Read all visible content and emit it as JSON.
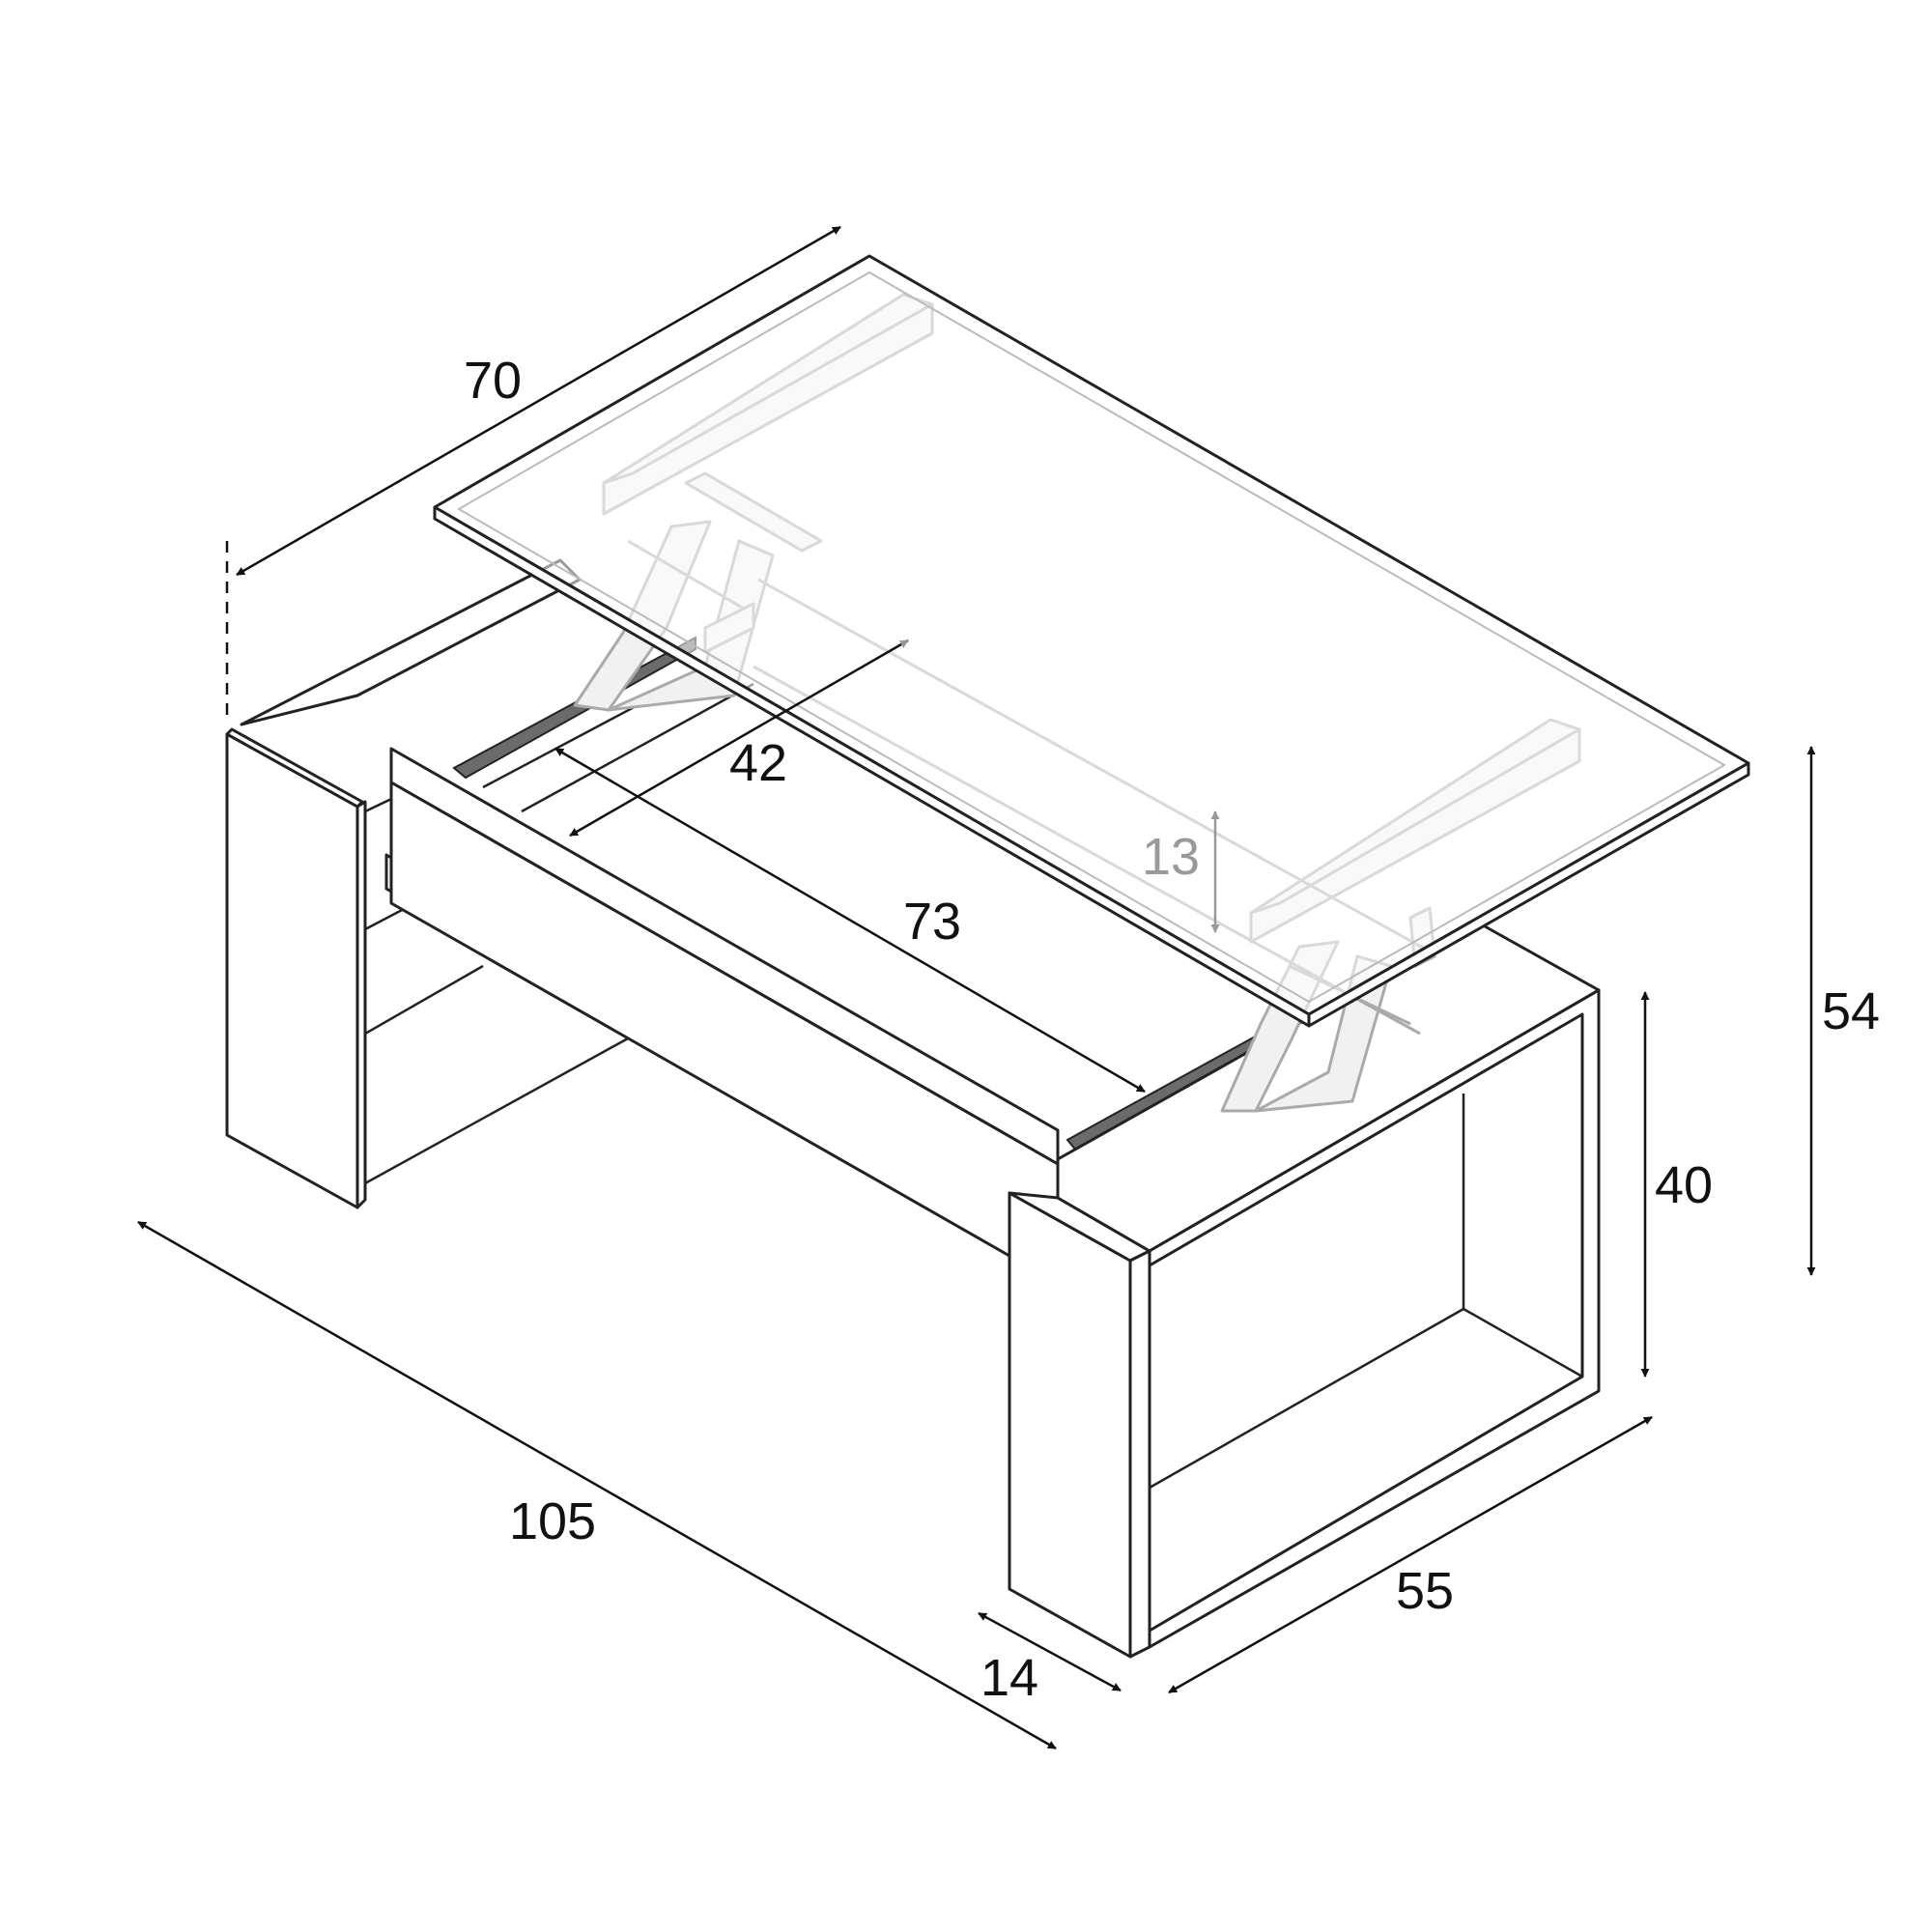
{
  "dimensions": {
    "top_depth": "70",
    "opening_depth": "42",
    "opening_width": "73",
    "lift_height": "13",
    "raised_height": "54",
    "height": "40",
    "length": "105",
    "leg_width": "14",
    "depth": "55"
  }
}
